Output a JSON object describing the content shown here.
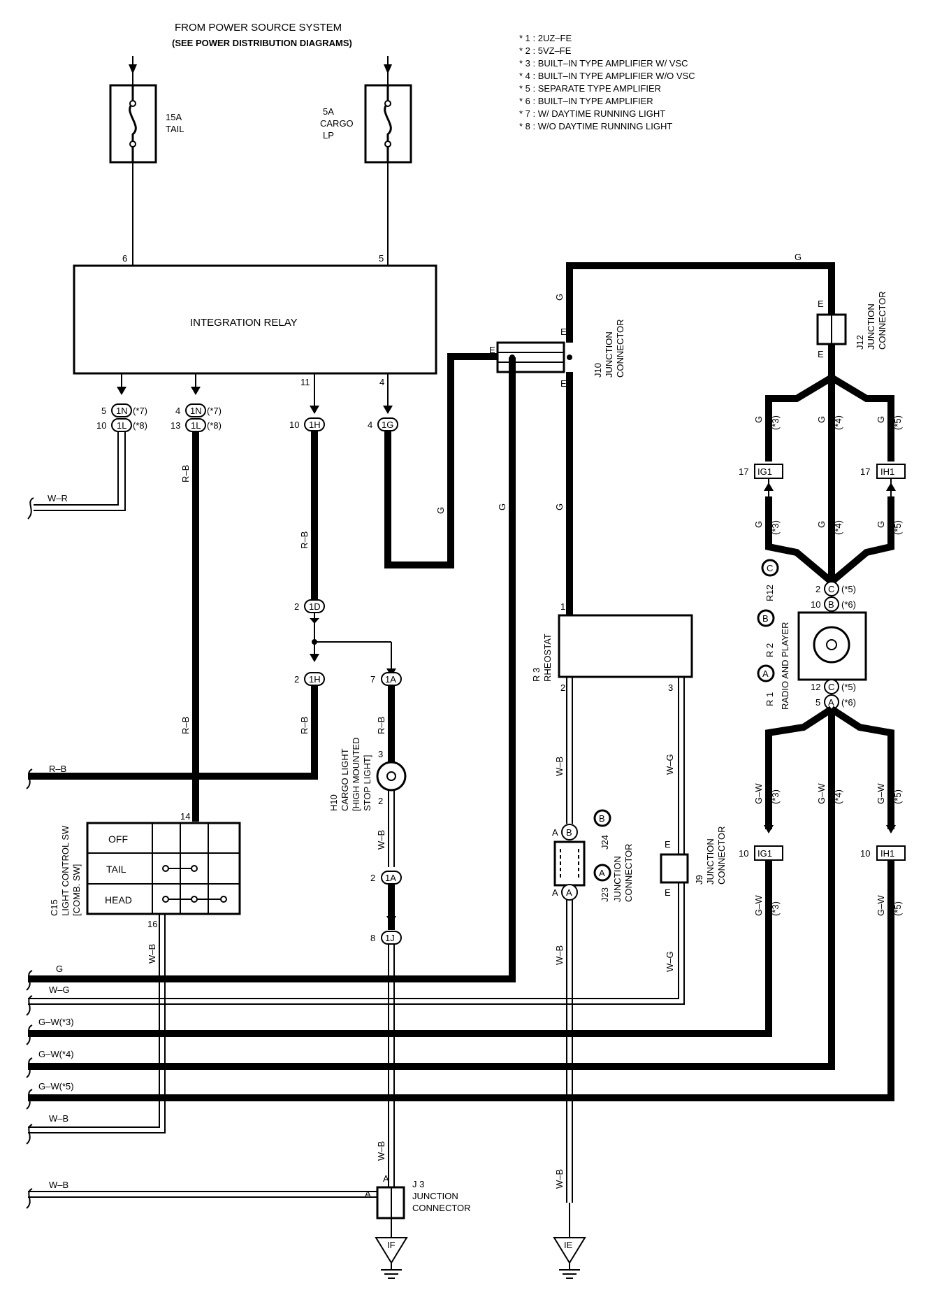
{
  "header": {
    "power_line1": "FROM POWER SOURCE SYSTEM",
    "power_line2": "(SEE POWER DISTRIBUTION DIAGRAMS)"
  },
  "notes": [
    "* 1 : 2UZ–FE",
    "* 2 : 5VZ–FE",
    "* 3 : BUILT–IN TYPE AMPLIFIER W/ VSC",
    "* 4 : BUILT–IN TYPE AMPLIFIER W/O VSC",
    "* 5 : SEPARATE TYPE AMPLIFIER",
    "* 6 : BUILT–IN TYPE AMPLIFIER",
    "* 7 : W/ DAYTIME RUNNING LIGHT",
    "* 8 : W/O DAYTIME RUNNING LIGHT"
  ],
  "fuses": {
    "tail_amp": "15A",
    "tail_name": "TAIL",
    "cargo_amp": "5A",
    "cargo_name1": "CARGO",
    "cargo_name2": "LP"
  },
  "relay": {
    "title": "INTEGRATION RELAY",
    "pin_left": "6",
    "pin_right": "5",
    "pin_11": "11",
    "pin_4": "4"
  },
  "connectors": {
    "c1N": "1N",
    "c1L": "1L",
    "c1H": "1H",
    "c1G": "1G",
    "c1D": "1D",
    "c1A": "1A",
    "c1J": "1J",
    "p5": "5",
    "p10": "10",
    "p4": "4",
    "p13": "13",
    "p2": "2",
    "p7": "7",
    "p8": "8",
    "p3": "3",
    "n7": "(*7)",
    "n8": "(*8)"
  },
  "wires": {
    "WR": "W–R",
    "RB": "R–B",
    "G": "G",
    "WG": "W–G",
    "WB": "W–B",
    "GW": "G–W",
    "GW3": "G–W(*3)",
    "GW4": "G–W(*4)",
    "GW5": "G–W(*5)",
    "s3": "(*3)",
    "s4": "(*4)",
    "s5": "(*5)",
    "s6": "(*6)"
  },
  "components": {
    "cargo_light1": "H10",
    "cargo_light2": "CARGO LIGHT",
    "cargo_light3": "[HIGH MOUNTED",
    "cargo_light4": "STOP LIGHT]",
    "switch1": "C15",
    "switch2": "LIGHT CONTROL SW",
    "switch3": "[COMB. SW]",
    "sw_off": "OFF",
    "sw_tail": "TAIL",
    "sw_head": "HEAD",
    "sw_pin14": "14",
    "sw_pin16": "16",
    "rheostat1": "R 3",
    "rheostat2": "RHEOSTAT",
    "j10a": "J10",
    "j10b": "JUNCTION",
    "j10c": "CONNECTOR",
    "j12a": "J12",
    "j12b": "JUNCTION",
    "j12c": "CONNECTOR",
    "j9a": "J9",
    "j9b": "JUNCTION",
    "j9c": "CONNECTOR",
    "j23a": "J23",
    "j24a": "J24",
    "j23b": "JUNCTION",
    "j23c": "CONNECTOR",
    "j3a": "J 3",
    "j3b": "JUNCTION",
    "j3c": "CONNECTOR",
    "radio1": "RADIO AND PLAYER",
    "r1": "R 1",
    "r2": "R 2",
    "r12": "R12",
    "ig1": "IG1",
    "ih1": "IH1",
    "p17": "17",
    "p10": "10",
    "p12": "12",
    "p5": "5",
    "p2": "2",
    "p1": "1",
    "E": "E",
    "A": "A",
    "B": "B",
    "C": "C",
    "gnd_if": "IF",
    "gnd_ie": "IE"
  }
}
